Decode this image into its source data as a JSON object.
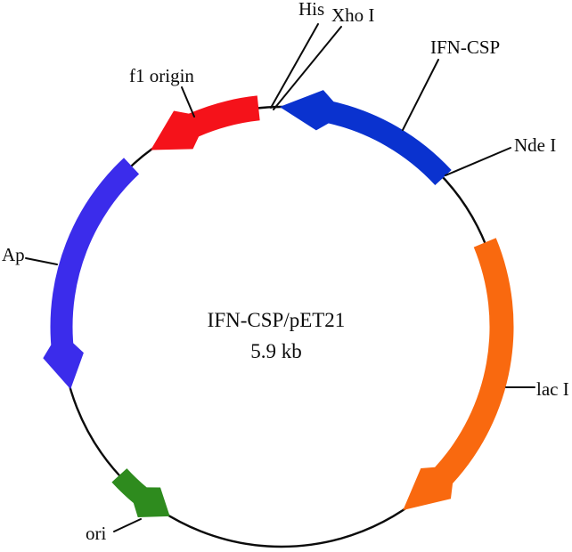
{
  "figure": {
    "type": "plasmid-map",
    "center_label_line1": "IFN-CSP/pET21",
    "center_label_line2": "5.9 kb"
  },
  "labels": {
    "his": "His",
    "xho_i": "Xho I",
    "ifn_csp": "IFN-CSP",
    "nde_i": "Nde I",
    "f1_origin": "f1 origin",
    "ap": "Ap",
    "lac_i": "lac I",
    "ori": "ori"
  },
  "plasmid": {
    "name": "IFN-CSP/pET21",
    "size": "5.9 kb",
    "backbone_color": "#0b0b0b",
    "features": [
      {
        "id": "ifn-csp",
        "label": "IFN-CSP",
        "color": "#0a32cf",
        "direction": "counterclockwise",
        "tail_deg": 317.3,
        "head_base_deg": 280,
        "tip_deg": 269.5,
        "thickness": 25,
        "head_width": 46
      },
      {
        "id": "f1-origin",
        "label": "f1 origin",
        "color": "#f5121a",
        "direction": "counterclockwise",
        "tail_deg": 264,
        "head_base_deg": 243.5,
        "tip_deg": 233.5,
        "thickness": 28,
        "head_width": 48
      },
      {
        "id": "ap",
        "label": "Ap",
        "color": "#3b2ceb",
        "direction": "counterclockwise",
        "tail_deg": 227,
        "head_base_deg": 172.5,
        "tip_deg": 163.5,
        "thickness": 25,
        "head_width": 46
      },
      {
        "id": "ori",
        "label": "ori",
        "color": "#2e8b1e",
        "direction": "counterclockwise",
        "tail_deg": 137.5,
        "head_base_deg": 127,
        "tip_deg": 120.5,
        "thickness": 23,
        "head_width": 42
      },
      {
        "id": "lac-i",
        "label": "lac I",
        "color": "#f9690f",
        "direction": "clockwise",
        "tail_deg": 337.5,
        "head_base_deg": 405.5,
        "tip_deg": 416.5,
        "thickness": 27,
        "head_width": 48
      }
    ]
  }
}
